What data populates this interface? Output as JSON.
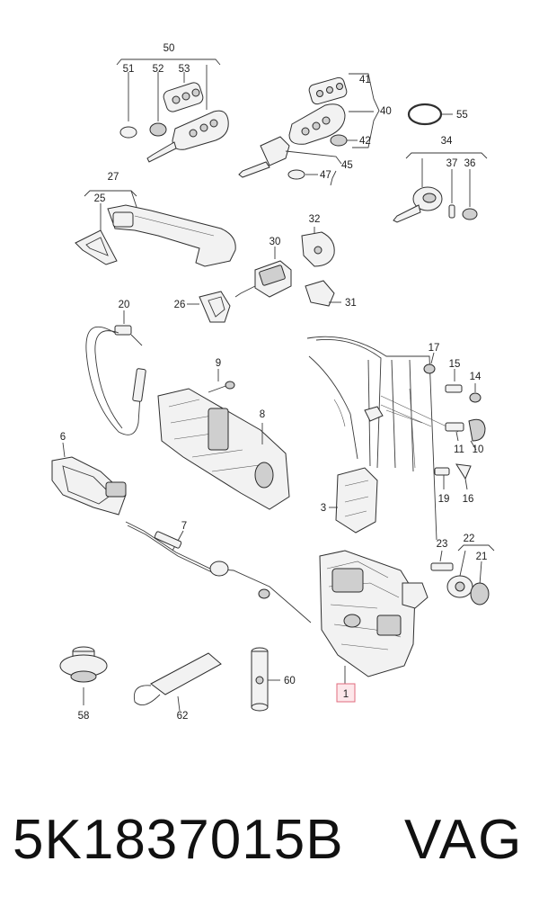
{
  "callouts": [
    "50",
    "51",
    "52",
    "53",
    "41",
    "40",
    "42",
    "45",
    "47",
    "55",
    "34",
    "37",
    "36",
    "27",
    "25",
    "32",
    "30",
    "26",
    "31",
    "20",
    "17",
    "15",
    "14",
    "9",
    "8",
    "11",
    "10",
    "6",
    "19",
    "16",
    "3",
    "7",
    "23",
    "22",
    "21",
    "1",
    "58",
    "62",
    "60"
  ],
  "footer": {
    "part_number": "5K1837015B",
    "brand": "VAG"
  },
  "highlight_color": "#e06b7d"
}
